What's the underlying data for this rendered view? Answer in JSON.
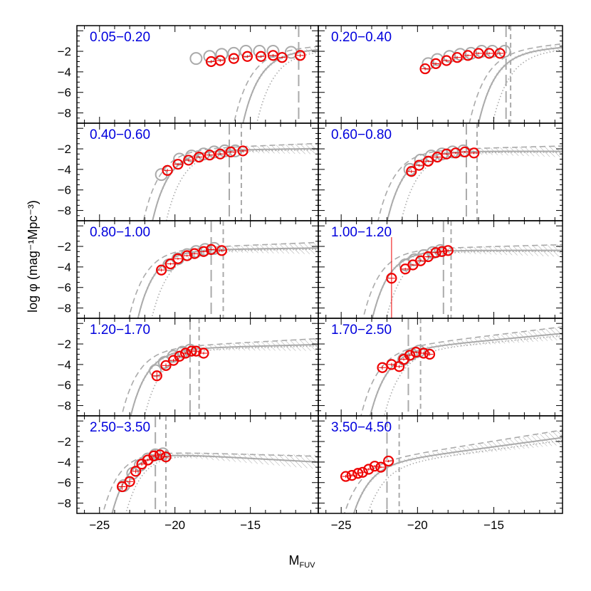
{
  "chart_data": {
    "type": "line",
    "xlabel": "M",
    "xlabel_sub": "FUV",
    "ylabel": "log φ (mag⁻¹Mpc⁻³)",
    "xlim": [
      -26.5,
      -10.5
    ],
    "ylim": [
      -9,
      0.5
    ],
    "xticks": [
      -25,
      -20,
      -15
    ],
    "yticks": [
      -2,
      -4,
      -6,
      -8
    ],
    "colors": {
      "label": "#0000dd",
      "data": "#ee0000",
      "ref": "#aaaaaa",
      "axis": "#000000"
    },
    "panels": [
      {
        "label": "0.05−0.20",
        "mstar": -12.5,
        "phistar": -1.9,
        "alpha": -1.2,
        "vline_long": -11.8,
        "vline_short": null,
        "gray_points": [
          {
            "x": -18.6,
            "y": -2.7
          },
          {
            "x": -17.7,
            "y": -2.5
          },
          {
            "x": -16.9,
            "y": -2.3
          },
          {
            "x": -16.1,
            "y": -2.2
          },
          {
            "x": -15.3,
            "y": -2.0
          },
          {
            "x": -14.4,
            "y": -2.0
          },
          {
            "x": -13.5,
            "y": -2.0
          },
          {
            "x": -12.3,
            "y": -2.1
          }
        ],
        "red_points": [
          {
            "x": -17.6,
            "y": -3.0,
            "e": 0.15
          },
          {
            "x": -17.0,
            "y": -2.9,
            "e": 0.15
          },
          {
            "x": -16.1,
            "y": -2.7,
            "e": 0.15
          },
          {
            "x": -15.2,
            "y": -2.5,
            "e": 0.12
          },
          {
            "x": -14.3,
            "y": -2.5,
            "e": 0.12
          },
          {
            "x": -13.5,
            "y": -2.4,
            "e": 0.12
          },
          {
            "x": -12.9,
            "y": -2.6,
            "e": 0.12
          },
          {
            "x": -11.7,
            "y": -2.4,
            "e": 0.15
          }
        ]
      },
      {
        "label": "0.20−0.40",
        "mstar": -13.0,
        "phistar": -1.8,
        "alpha": -1.25,
        "vline_long": -14.2,
        "vline_short": -13.9,
        "gray_points": [
          {
            "x": -19.3,
            "y": -3.2
          },
          {
            "x": -18.7,
            "y": -2.8
          },
          {
            "x": -17.9,
            "y": -2.5
          },
          {
            "x": -17.2,
            "y": -2.3
          },
          {
            "x": -16.5,
            "y": -2.2
          },
          {
            "x": -15.8,
            "y": -2.0
          },
          {
            "x": -15.1,
            "y": -2.0
          },
          {
            "x": -14.3,
            "y": -2.0
          }
        ],
        "red_points": [
          {
            "x": -19.5,
            "y": -3.7,
            "e": 0.15
          },
          {
            "x": -18.8,
            "y": -3.2,
            "e": 0.12
          },
          {
            "x": -18.1,
            "y": -2.9,
            "e": 0.12
          },
          {
            "x": -17.4,
            "y": -2.6,
            "e": 0.12
          },
          {
            "x": -16.7,
            "y": -2.4,
            "e": 0.1
          },
          {
            "x": -16.0,
            "y": -2.2,
            "e": 0.1
          },
          {
            "x": -15.3,
            "y": -2.2,
            "e": 0.1
          },
          {
            "x": -14.6,
            "y": -2.2,
            "e": 0.12
          }
        ]
      },
      {
        "label": "0.40−0.60",
        "mstar": -18.5,
        "phistar": -2.1,
        "alpha": -1.05,
        "vline_long": -16.4,
        "vline_short": -15.6,
        "gray_points": [
          {
            "x": -20.9,
            "y": -4.5
          },
          {
            "x": -19.7,
            "y": -3.0
          },
          {
            "x": -18.9,
            "y": -2.7
          },
          {
            "x": -18.1,
            "y": -2.5
          },
          {
            "x": -17.4,
            "y": -2.3
          },
          {
            "x": -16.7,
            "y": -2.2
          },
          {
            "x": -16.0,
            "y": -2.2
          }
        ],
        "red_points": [
          {
            "x": -20.5,
            "y": -4.1,
            "e": 0.15
          },
          {
            "x": -19.8,
            "y": -3.5,
            "e": 0.12
          },
          {
            "x": -19.1,
            "y": -3.1,
            "e": 0.12
          },
          {
            "x": -18.4,
            "y": -2.8,
            "e": 0.1
          },
          {
            "x": -17.7,
            "y": -2.6,
            "e": 0.1
          },
          {
            "x": -17.0,
            "y": -2.5,
            "e": 0.1
          },
          {
            "x": -16.3,
            "y": -2.3,
            "e": 0.1
          },
          {
            "x": -15.5,
            "y": -2.2,
            "e": 0.12
          }
        ]
      },
      {
        "label": "0.60−0.80",
        "mstar": -19.0,
        "phistar": -2.2,
        "alpha": -1.0,
        "vline_long": -16.8,
        "vline_short": -16.1,
        "gray_points": [
          {
            "x": -20.5,
            "y": -4.0
          },
          {
            "x": -19.8,
            "y": -3.1
          },
          {
            "x": -19.1,
            "y": -2.7
          },
          {
            "x": -18.4,
            "y": -2.5
          },
          {
            "x": -17.7,
            "y": -2.3
          },
          {
            "x": -17.0,
            "y": -2.2
          }
        ],
        "red_points": [
          {
            "x": -20.4,
            "y": -4.2,
            "e": 0.15
          },
          {
            "x": -19.9,
            "y": -3.6,
            "e": 0.12
          },
          {
            "x": -19.3,
            "y": -3.2,
            "e": 0.1
          },
          {
            "x": -18.7,
            "y": -2.8,
            "e": 0.1
          },
          {
            "x": -18.1,
            "y": -2.5,
            "e": 0.1
          },
          {
            "x": -17.5,
            "y": -2.4,
            "e": 0.1
          },
          {
            "x": -16.9,
            "y": -2.3,
            "e": 0.1
          },
          {
            "x": -16.3,
            "y": -2.4,
            "e": 0.12
          }
        ]
      },
      {
        "label": "0.80−1.00",
        "mstar": -19.5,
        "phistar": -2.3,
        "alpha": -1.05,
        "vline_long": -17.6,
        "vline_short": -16.8,
        "gray_points": [
          {
            "x": -20.4,
            "y": -3.8
          },
          {
            "x": -19.8,
            "y": -3.2
          },
          {
            "x": -19.2,
            "y": -2.8
          },
          {
            "x": -18.6,
            "y": -2.5
          },
          {
            "x": -18.0,
            "y": -2.3
          },
          {
            "x": -17.4,
            "y": -2.2
          }
        ],
        "red_points": [
          {
            "x": -20.9,
            "y": -4.3,
            "e": 0.15
          },
          {
            "x": -20.3,
            "y": -3.7,
            "e": 0.12
          },
          {
            "x": -19.8,
            "y": -3.2,
            "e": 0.1
          },
          {
            "x": -19.2,
            "y": -2.9,
            "e": 0.1
          },
          {
            "x": -18.7,
            "y": -2.7,
            "e": 0.1
          },
          {
            "x": -18.1,
            "y": -2.5,
            "e": 0.1
          },
          {
            "x": -17.6,
            "y": -2.3,
            "e": 0.1
          },
          {
            "x": -16.9,
            "y": -2.4,
            "e": 0.12
          }
        ]
      },
      {
        "label": "1.00−1.20",
        "mstar": -20.0,
        "phistar": -2.35,
        "alpha": -1.0,
        "vline_long": -18.3,
        "vline_short": -17.8,
        "gray_points": [
          {
            "x": -20.8,
            "y": -3.8
          },
          {
            "x": -20.2,
            "y": -3.3
          },
          {
            "x": -19.6,
            "y": -2.9
          },
          {
            "x": -19.0,
            "y": -2.6
          },
          {
            "x": -18.5,
            "y": -2.4
          }
        ],
        "red_points": [
          {
            "x": -21.7,
            "y": -5.1,
            "e": 4.0
          },
          {
            "x": -20.8,
            "y": -4.2,
            "e": 0.12
          },
          {
            "x": -20.3,
            "y": -3.8,
            "e": 0.1
          },
          {
            "x": -19.8,
            "y": -3.4,
            "e": 0.1
          },
          {
            "x": -19.3,
            "y": -3.0,
            "e": 0.1
          },
          {
            "x": -18.8,
            "y": -2.6,
            "e": 0.1
          },
          {
            "x": -18.4,
            "y": -2.5,
            "e": 0.1
          },
          {
            "x": -18.0,
            "y": -2.4,
            "e": 0.12
          }
        ]
      },
      {
        "label": "1.20−1.70",
        "mstar": -20.0,
        "phistar": -2.4,
        "alpha": -1.1,
        "vline_long": -19.0,
        "vline_short": -18.4,
        "gray_points": [
          {
            "x": -21.3,
            "y": -4.6
          },
          {
            "x": -20.7,
            "y": -3.8
          },
          {
            "x": -20.1,
            "y": -3.2
          },
          {
            "x": -19.5,
            "y": -2.8
          },
          {
            "x": -19.0,
            "y": -2.6
          }
        ],
        "red_points": [
          {
            "x": -21.2,
            "y": -5.1,
            "e": 0.35
          },
          {
            "x": -20.6,
            "y": -4.1,
            "e": 0.2
          },
          {
            "x": -20.1,
            "y": -3.6,
            "e": 0.15
          },
          {
            "x": -19.7,
            "y": -3.2,
            "e": 0.12
          },
          {
            "x": -19.3,
            "y": -2.9,
            "e": 0.1
          },
          {
            "x": -18.9,
            "y": -2.7,
            "e": 0.1
          },
          {
            "x": -18.6,
            "y": -2.7,
            "e": 0.1
          },
          {
            "x": -18.1,
            "y": -2.9,
            "e": 0.12
          }
        ]
      },
      {
        "label": "1.70−2.50",
        "mstar": -20.2,
        "phistar": -2.3,
        "alpha": -1.35,
        "vline_long": -20.6,
        "vline_short": -19.8,
        "gray_points": [
          {
            "x": -20.9,
            "y": -3.5
          },
          {
            "x": -20.4,
            "y": -3.0
          },
          {
            "x": -19.9,
            "y": -2.7
          }
        ],
        "red_points": [
          {
            "x": -22.3,
            "y": -4.3,
            "e": 0.2
          },
          {
            "x": -21.7,
            "y": -4.0,
            "e": 0.15
          },
          {
            "x": -21.2,
            "y": -4.2,
            "e": 0.15
          },
          {
            "x": -20.9,
            "y": -3.5,
            "e": 0.12
          },
          {
            "x": -20.5,
            "y": -3.1,
            "e": 0.1
          },
          {
            "x": -20.1,
            "y": -2.8,
            "e": 0.1
          },
          {
            "x": -19.6,
            "y": -2.9,
            "e": 0.12
          },
          {
            "x": -19.2,
            "y": -3.0,
            "e": 0.15
          }
        ]
      },
      {
        "label": "2.50−3.50",
        "mstar": -21.3,
        "phistar": -3.1,
        "alpha": -0.8,
        "vline_long": -21.3,
        "vline_short": -20.6,
        "gray_points": [
          {
            "x": -23.4,
            "y": -6.3
          },
          {
            "x": -22.8,
            "y": -5.1
          },
          {
            "x": -22.3,
            "y": -4.3
          },
          {
            "x": -21.8,
            "y": -3.7
          },
          {
            "x": -21.3,
            "y": -3.3
          },
          {
            "x": -20.8,
            "y": -3.2
          }
        ],
        "red_points": [
          {
            "x": -23.5,
            "y": -6.4,
            "e": 0.3
          },
          {
            "x": -23.0,
            "y": -5.9,
            "e": 0.25
          },
          {
            "x": -22.6,
            "y": -4.9,
            "e": 0.2
          },
          {
            "x": -22.2,
            "y": -4.2,
            "e": 0.15
          },
          {
            "x": -21.8,
            "y": -3.8,
            "e": 0.12
          },
          {
            "x": -21.4,
            "y": -3.4,
            "e": 0.12
          },
          {
            "x": -21.0,
            "y": -3.3,
            "e": 0.12
          },
          {
            "x": -20.6,
            "y": -3.5,
            "e": 0.12
          }
        ]
      },
      {
        "label": "3.50−4.50",
        "mstar": -21.6,
        "phistar": -3.8,
        "alpha": -1.5,
        "vline_long": -22.0,
        "vline_short": -21.2,
        "gray_points": [],
        "red_points": [
          {
            "x": -24.7,
            "y": -5.4,
            "e": 0.15
          },
          {
            "x": -24.3,
            "y": -5.3,
            "e": 0.15
          },
          {
            "x": -23.9,
            "y": -5.1,
            "e": 0.12
          },
          {
            "x": -23.6,
            "y": -5.0,
            "e": 0.12
          },
          {
            "x": -23.2,
            "y": -4.7,
            "e": 0.12
          },
          {
            "x": -22.8,
            "y": -4.4,
            "e": 0.1
          },
          {
            "x": -22.4,
            "y": -4.5,
            "e": 0.1
          },
          {
            "x": -21.9,
            "y": -3.9,
            "e": 0.12
          }
        ]
      }
    ]
  }
}
